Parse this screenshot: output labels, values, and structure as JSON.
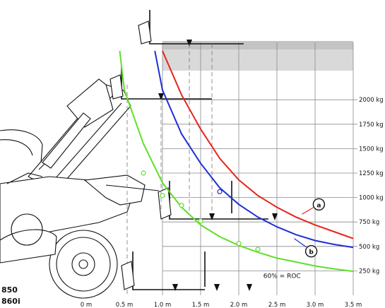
{
  "chart_data": {
    "type": "line",
    "title": "",
    "xlabel": "",
    "ylabel": "",
    "x_ticks": [
      "0 m",
      "0.5 m",
      "1.0 m",
      "1.5 m",
      "2.0 m",
      "2.5 m",
      "3.0 m",
      "3.5 m"
    ],
    "y_ticks": [
      "250 kg",
      "500 kg",
      "750 kg",
      "1000 kg",
      "1250 kg",
      "1500 kg",
      "1750 kg",
      "2000 kg"
    ],
    "xlim": [
      0,
      3.5
    ],
    "ylim": [
      0,
      2500
    ],
    "grid": true,
    "series": [
      {
        "name": "a",
        "color": "#e8231c",
        "points": [
          [
            1.0,
            2500
          ],
          [
            1.25,
            2050
          ],
          [
            1.5,
            1700
          ],
          [
            1.75,
            1400
          ],
          [
            2.0,
            1180
          ],
          [
            2.25,
            1020
          ],
          [
            2.5,
            900
          ],
          [
            2.75,
            800
          ],
          [
            3.0,
            720
          ],
          [
            3.25,
            650
          ],
          [
            3.5,
            580
          ]
        ]
      },
      {
        "name": "b",
        "color": "#1e2fd6",
        "points": [
          [
            0.9,
            2500
          ],
          [
            1.0,
            2100
          ],
          [
            1.25,
            1650
          ],
          [
            1.5,
            1350
          ],
          [
            1.75,
            1100
          ],
          [
            2.0,
            930
          ],
          [
            2.25,
            800
          ],
          [
            2.5,
            700
          ],
          [
            2.75,
            620
          ],
          [
            3.0,
            560
          ],
          [
            3.25,
            520
          ],
          [
            3.5,
            490
          ]
        ]
      },
      {
        "name": "60% = ROC",
        "color": "#5ee02a",
        "points": [
          [
            0.44,
            2500
          ],
          [
            0.5,
            2100
          ],
          [
            0.75,
            1550
          ],
          [
            1.0,
            1150
          ],
          [
            1.25,
            900
          ],
          [
            1.5,
            720
          ],
          [
            1.75,
            600
          ],
          [
            2.0,
            510
          ],
          [
            2.25,
            440
          ],
          [
            2.5,
            380
          ],
          [
            2.75,
            340
          ],
          [
            3.0,
            300
          ],
          [
            3.25,
            270
          ],
          [
            3.5,
            245
          ]
        ]
      }
    ],
    "curve_markers": [
      {
        "series": "60% = ROC",
        "points": [
          [
            0.75,
            1250
          ],
          [
            1.0,
            1020
          ],
          [
            1.25,
            920
          ],
          [
            1.5,
            760
          ],
          [
            2.0,
            530
          ],
          [
            2.25,
            470
          ]
        ]
      },
      {
        "series": "b",
        "points": [
          [
            1.75,
            1060
          ]
        ]
      }
    ],
    "annotations": [
      {
        "text": "a",
        "at": [
          3.05,
          930
        ]
      },
      {
        "text": "b",
        "at": [
          2.95,
          450
        ]
      },
      {
        "text": "60% = ROC",
        "at": [
          2.6,
          250
        ]
      }
    ]
  },
  "model_labels": [
    "850",
    "860i"
  ],
  "colors": {
    "series_a": "#e8231c",
    "series_b": "#1e2fd6",
    "roc": "#5ee02a",
    "shaded_band": "#d7d7d7"
  }
}
